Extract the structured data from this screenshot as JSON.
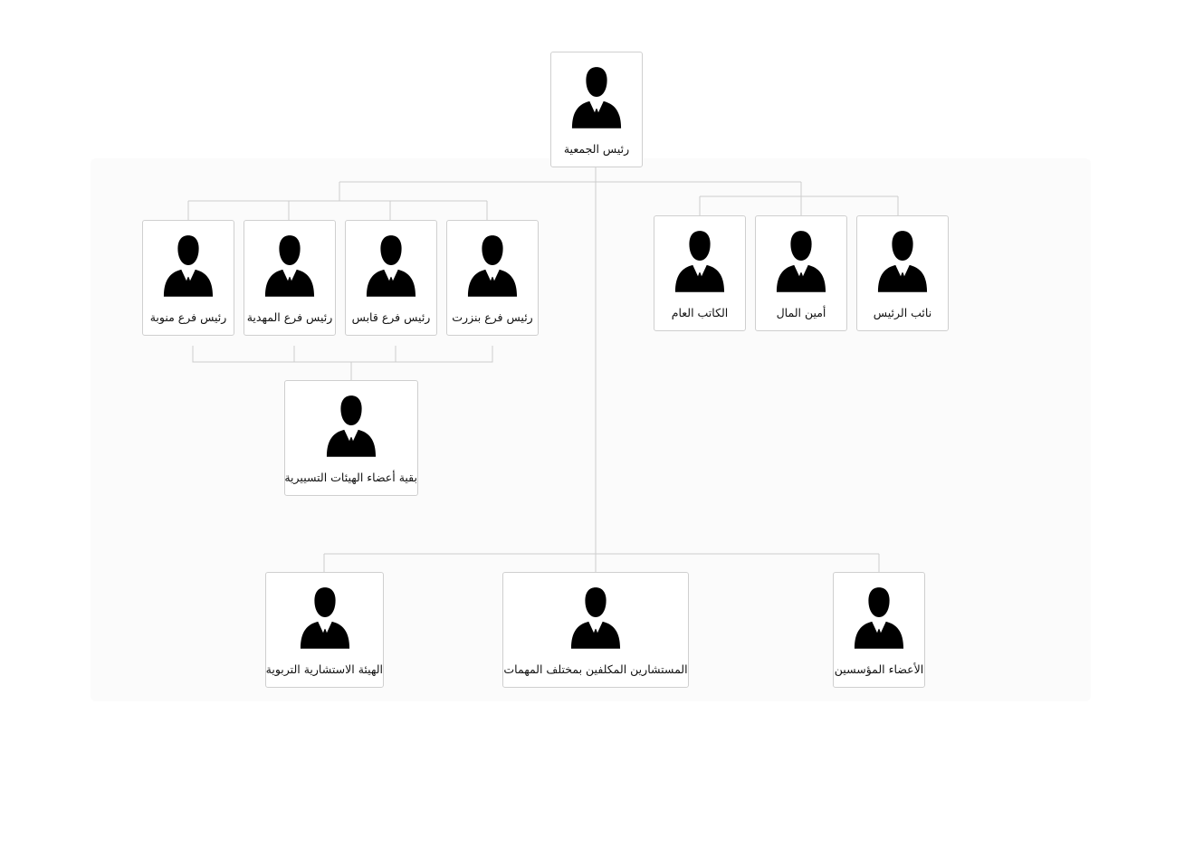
{
  "nodes": {
    "president": "رئيس الجمعية",
    "vice_president": "نائب الرئيس",
    "treasurer": "أمين المال",
    "secretary_general": "الكاتب العام",
    "branch_bizerte": "رئيس فرع بنزرت",
    "branch_gabes": "رئيس فرع قابس",
    "branch_mahdia": "رئيس فرع المهدية",
    "branch_manouba": "رئيس فرع منوبة",
    "other_members": "بقية أعضاء الهيئات التسييرية",
    "founding_members": "الأعضاء المؤسسين",
    "advisors": "المستشارين المكلفين بمختلف المهمات",
    "educational_board": "الهيئة الاستشارية التربوية"
  },
  "colors": {
    "node_border": "#cfcfcf",
    "connector": "#cccccc",
    "avatar": "#000000",
    "text": "#111111"
  },
  "icon": "businessman-avatar-icon"
}
